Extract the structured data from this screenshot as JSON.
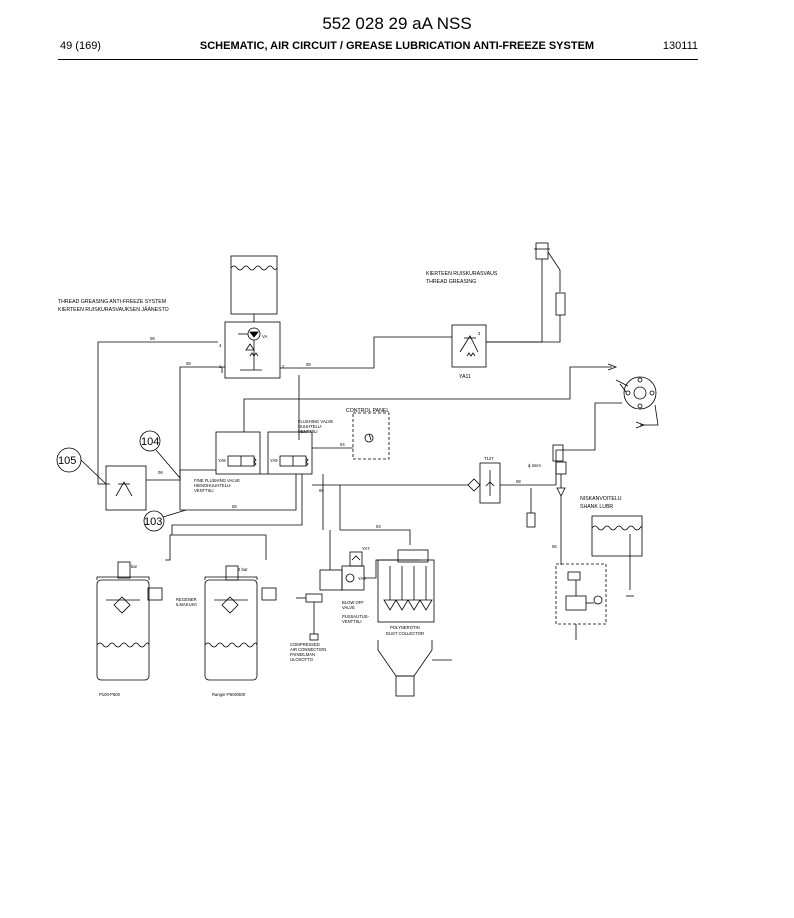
{
  "header": {
    "doc_id": "552 028 29 aA NSS",
    "page": "49 (169)",
    "title": "SCHEMATIC, AIR CIRCUIT / GREASE LUBRICATION ANTI-FREEZE SYSTEM",
    "date": "130111"
  },
  "labels": {
    "thread_anti_freeze_en": "THREAD GREASING ANTI-FREEZE SYSTEM",
    "thread_anti_freeze_fi": "KIERTEEN RUISKURASVAUKSEN JÄÄNESTO",
    "thread_greasing_fi": "KIERTEEN RUISKURASVAUS",
    "thread_greasing_en": "THREAD GREASING",
    "ya11": "YA11",
    "control_panel": "CONTROL PANEL",
    "flushing_valve": [
      "FLUSHING VALVE",
      "HUUHTELU-",
      "VENTTIILI"
    ],
    "fine_flushing_valve": [
      "FINE FLUSHING VALVE",
      "HIENOHUUHTELU-",
      "VENTTIILI"
    ],
    "ya8": "YA8",
    "ya9": "YA9",
    "ya7": "YA7",
    "ya6": "YA6",
    "t127": "T127",
    "diameter": "ϕ 3mm",
    "shank_lubr_fi": "NISKANVOITELU",
    "shank_lubr_en": "SHANK LUBR",
    "blow_off_valve": [
      "BLOW OFF",
      "VALVE",
      "PUSSAUTUS-",
      "VENTTIILI"
    ],
    "dust_collector": [
      "POLYNEROTIN",
      "DUST COLLECTOR"
    ],
    "compressed_air": [
      "COMPRESSED",
      "AIR CONNECTION",
      "PAINEILMAN",
      "ULOSOTTO"
    ],
    "regener": [
      "REGENER",
      "ILMAKUIVI"
    ],
    "left_tank_model": "P100-P500",
    "right_tank_model": "Ranger-P500/600",
    "bar_left": "bar",
    "bar_right": "2 bar",
    "pipe_06a": "06",
    "pipe_06b": "06",
    "pipe_08a": "08",
    "pipe_08b": "08",
    "pipe_08c": "08",
    "pipe_08d": "08",
    "pipe_04": "04",
    "pipe_04b": "04",
    "pipe_06c": "06",
    "pipe_06d": "06",
    "callout_103": "103",
    "callout_104": "104",
    "callout_105": "105",
    "port_1": "1",
    "port_2": "2",
    "port_3": "3",
    "port_4": "4",
    "port_va": "VA"
  }
}
